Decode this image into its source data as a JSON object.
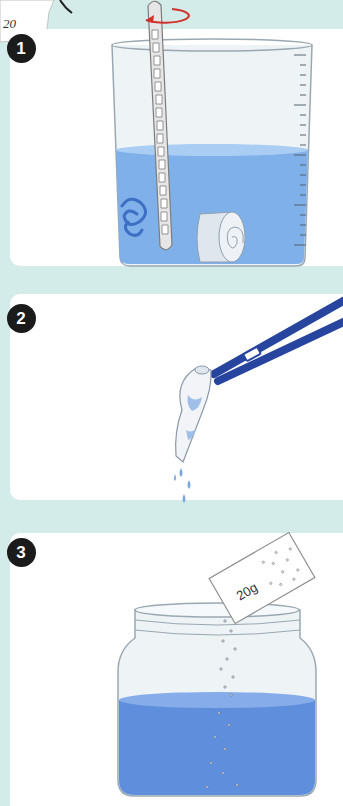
{
  "diagram": {
    "nodes": [
      {
        "text": [
          "1"
        ]
      },
      {
        "text": [
          "2"
        ]
      },
      {
        "text": [
          "3"
        ]
      }
    ],
    "labels": [
      "20",
      "20g"
    ]
  }
}
